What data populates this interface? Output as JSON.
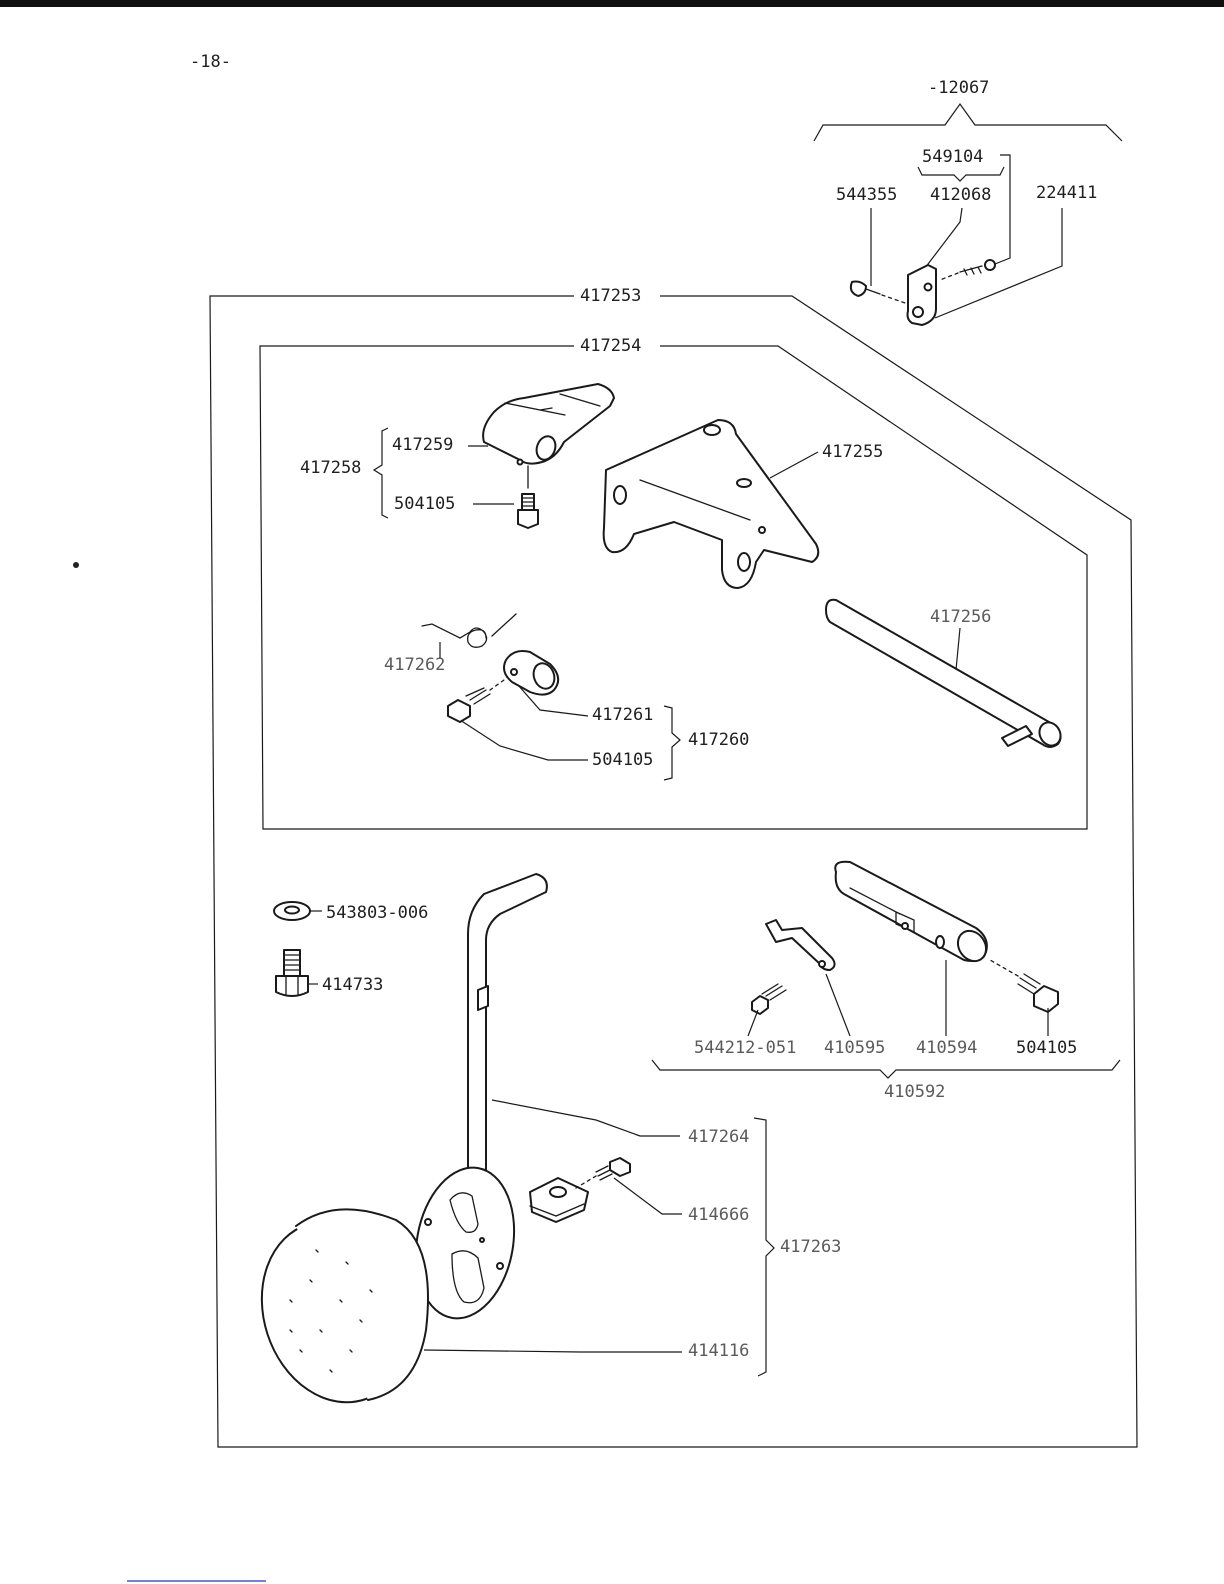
{
  "page": {
    "number": "-18-"
  },
  "assemblies": {
    "top_right": {
      "group": "-12067",
      "sub_group": "549104",
      "parts": [
        "544355",
        "412068",
        "224411"
      ]
    },
    "outer_box": {
      "label": "417253"
    },
    "inner_box": {
      "label": "417254",
      "group_417258": {
        "label": "417258",
        "parts": [
          "417259",
          "504105"
        ]
      },
      "bracket": "417255",
      "shaft": "417256",
      "spring": "417262",
      "group_417260": {
        "label": "417260",
        "parts": [
          "417261",
          "504105"
        ]
      }
    },
    "lower_left": {
      "washer": "543803-006",
      "bolt": "414733"
    },
    "lower_right": {
      "group": "410592",
      "parts": [
        "544212-051",
        "410595",
        "410594",
        "504105"
      ]
    },
    "knee_lifter": {
      "group": "417263",
      "parts": [
        "417264",
        "414666",
        "414116"
      ]
    }
  }
}
